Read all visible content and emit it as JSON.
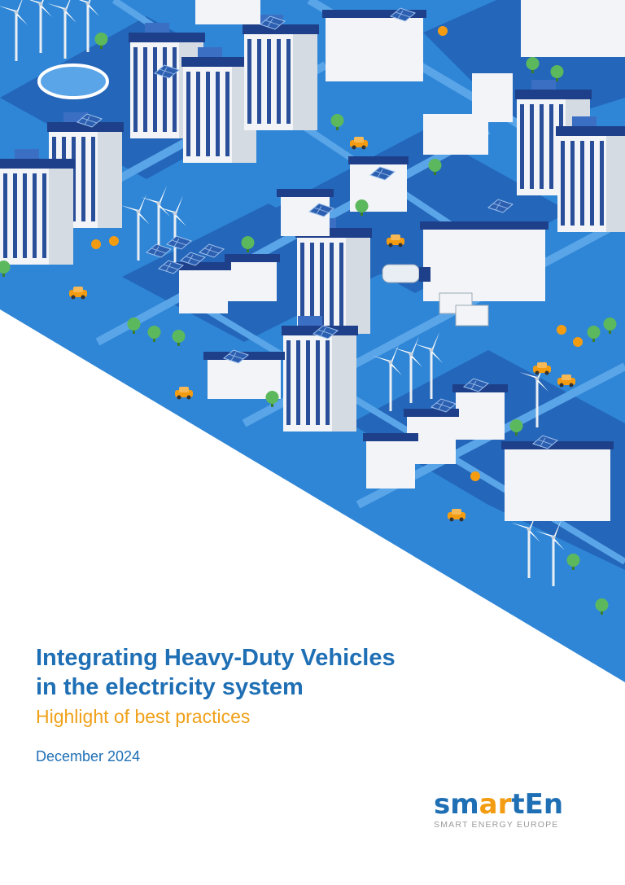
{
  "cover": {
    "title_line1": "Integrating Heavy-Duty Vehicles",
    "title_line2": "in the electricity system",
    "subtitle": "Highlight of best practices",
    "date": "December 2024"
  },
  "logo": {
    "word_part1": "sm",
    "word_part2": "ar",
    "word_part3": "tEn",
    "tagline": "SMART ENERGY EUROPE"
  },
  "colors": {
    "title_blue": "#1f6fb5",
    "subtitle_orange": "#f0a11a",
    "illustration_blue": "#2f86d6",
    "illustration_navy": "#1e3f8a",
    "tagline_grey": "#9a9a9a"
  },
  "illustration": {
    "subject": "isometric city with buildings, solar panels, wind turbines, EV chargers, cars and trucks"
  }
}
